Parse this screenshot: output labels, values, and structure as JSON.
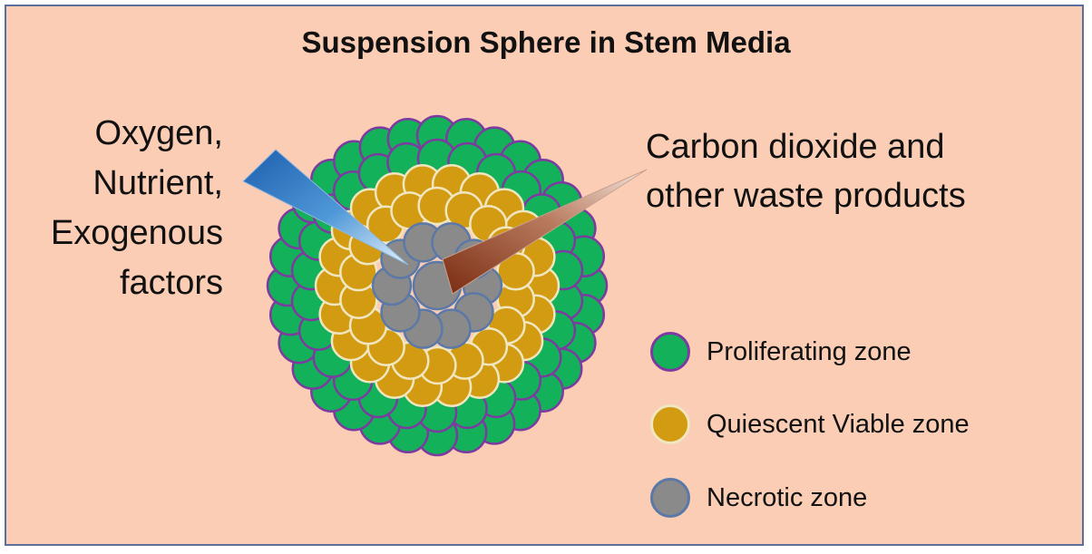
{
  "title": "Suspension Sphere in Stem Media",
  "left_label": [
    "Oxygen,",
    "Nutrient,",
    "Exogenous",
    "factors"
  ],
  "right_label": [
    "Carbon dioxide and",
    "other waste products"
  ],
  "legend": [
    {
      "label": "Proliferating zone",
      "color": "#12b15a",
      "border": "#7d3aa0"
    },
    {
      "label": "Quiescent Viable zone",
      "color": "#d39b12",
      "border": "#f0e6c0"
    },
    {
      "label": "Necrotic zone",
      "color": "#8a8a8a",
      "border": "#5a78a8"
    }
  ],
  "colors": {
    "background": "#fbcdb4",
    "frame": "#5b6f9a",
    "inflow_arrow": "#2f74c0",
    "outflow_arrow": "#8a3a1e"
  }
}
